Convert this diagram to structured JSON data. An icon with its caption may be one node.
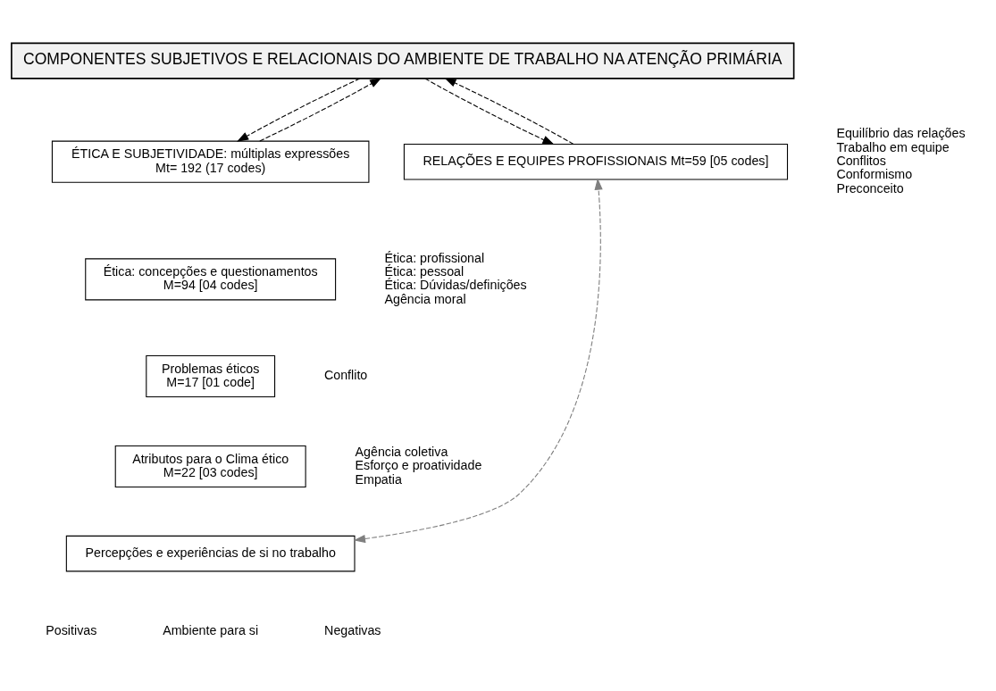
{
  "diagram": {
    "nodes": [
      {
        "text": [
          "COMPONENTES SUBJETIVOS E RELACIONAIS DO AMBIENTE DE TRABALHO NA ATENÇÃO PRIMÁRIA"
        ]
      },
      {
        "text": [
          "ÉTICA E SUBJETIVIDADE: múltiplas expressões",
          "Mt= 192 (17 codes)"
        ]
      },
      {
        "text": [
          "RELAÇÕES E EQUIPES PROFISSIONAIS Mt=59 [05 codes]"
        ],
        "beside": [
          "Equilíbrio das relações",
          "Trabalho em equipe",
          "Conflitos",
          "Conformismo",
          "Preconceito"
        ]
      },
      {
        "text": [
          "Ética: concepções e questionamentos",
          "M=94 [04 codes]"
        ],
        "beside": [
          "Ética: profissional",
          "Ética: pessoal",
          "Ética: Dúvidas/definições",
          "Agência moral"
        ]
      },
      {
        "text": [
          "Problemas éticos",
          "M=17 [01 code]"
        ],
        "beside": [
          "Conflito"
        ]
      },
      {
        "text": [
          "Atributos para o Clima ético",
          "M=22 [03 codes]"
        ],
        "beside": [
          "Agência coletiva",
          "Esforço e proatividade",
          "Empatia"
        ]
      },
      {
        "text": [
          "Percepções e experiências de si no trabalho"
        ]
      }
    ],
    "edges": [
      {
        "from": 0,
        "to": 1,
        "arrow": "to",
        "style": "dashed"
      },
      {
        "from": 1,
        "to": 0,
        "arrow": "to",
        "style": "dashed"
      },
      {
        "from": 0,
        "to": 2,
        "arrow": "to",
        "style": "dashed"
      },
      {
        "from": 2,
        "to": 0,
        "arrow": "to",
        "style": "dashed"
      },
      {
        "from": 6,
        "to": 2,
        "arrow": "both",
        "style": "dashed",
        "color": "#7f7f7f"
      }
    ],
    "labels": [
      "Positivas",
      "Ambiente para si",
      "Negativas"
    ]
  }
}
